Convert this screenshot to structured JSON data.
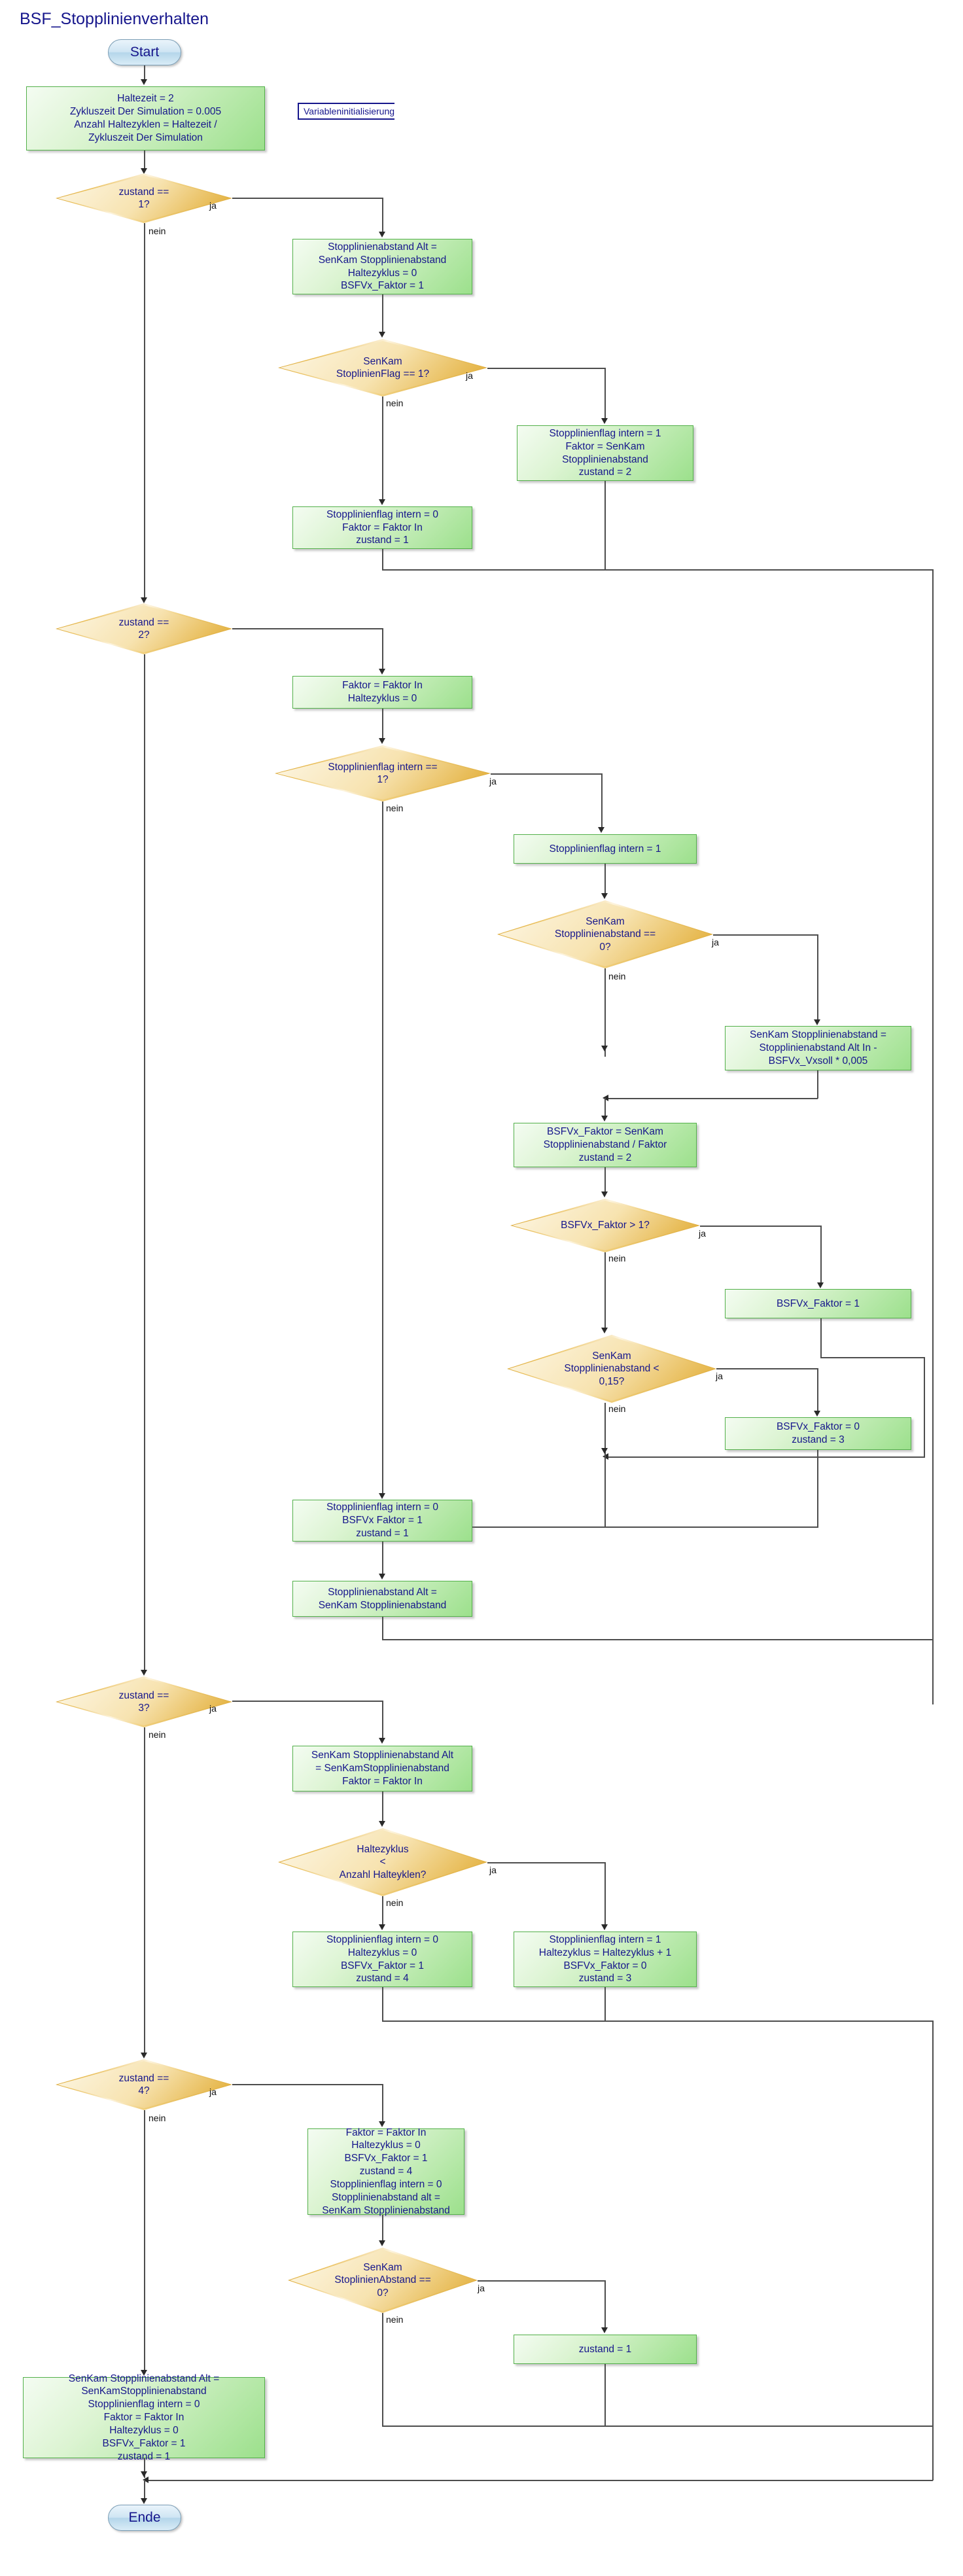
{
  "diagram": {
    "title": "BSF_Stopplinienverhalten",
    "type": "flowchart",
    "language": "de",
    "annotation": "Variableninitialisierung",
    "edge_labels": {
      "yes": "ja",
      "no": "nein"
    },
    "colors": {
      "process_fill": "#9ce08c",
      "process_border": "#53b04a",
      "decision_fill": "#e2a928",
      "decision_border": "#c98f12",
      "terminator_fill": "#b5d6ea",
      "terminator_border": "#7a9db5",
      "text": "#16168c",
      "connector": "#4d4d4d"
    }
  },
  "nodes": {
    "start": {
      "kind": "terminator",
      "label": "Start"
    },
    "init": {
      "kind": "process",
      "lines": [
        "Haltezeit = 2",
        "Zykluszeit Der Simulation = 0.005",
        "Anzahl Haltezyklen = Haltezeit /",
        "Zykluszeit Der Simulation"
      ]
    },
    "d_zustand1": {
      "kind": "decision",
      "lines": [
        "zustand ==",
        "1?"
      ]
    },
    "p_s1_init": {
      "kind": "process",
      "lines": [
        "Stopplinienabstand Alt =",
        "SenKam Stopplinienabstand",
        "Haltezyklus = 0",
        "BSFVx_Faktor = 1"
      ]
    },
    "d_senkam_flag": {
      "kind": "decision",
      "lines": [
        "SenKam",
        "StoplinienFlag == 1?"
      ]
    },
    "p_flag_set": {
      "kind": "process",
      "lines": [
        "Stopplinienflag intern = 1",
        "Faktor = SenKam",
        "Stopplinienabstand",
        "zustand = 2"
      ]
    },
    "p_flag_clear": {
      "kind": "process",
      "lines": [
        "Stopplinienflag intern = 0",
        "Faktor = Faktor In",
        "zustand = 1"
      ]
    },
    "d_zustand2": {
      "kind": "decision",
      "lines": [
        "zustand ==",
        "2?"
      ]
    },
    "p_s2_init": {
      "kind": "process",
      "lines": [
        "Faktor = Faktor In",
        "Haltezyklus = 0"
      ]
    },
    "d_flag_intern": {
      "kind": "decision",
      "lines": [
        "Stopplinienflag intern ==",
        "1?"
      ]
    },
    "p_flag_intern_1": {
      "kind": "process",
      "lines": [
        "Stopplinienflag intern = 1"
      ]
    },
    "d_abstand0": {
      "kind": "decision",
      "lines": [
        "SenKam",
        "Stopplinienabstand ==",
        "0?"
      ]
    },
    "p_abstand_calc": {
      "kind": "process",
      "lines": [
        "SenKam Stopplinienabstand =",
        "Stopplinienabstand Alt In -",
        "BSFVx_Vxsoll * 0,005"
      ]
    },
    "p_faktor_calc": {
      "kind": "process",
      "lines": [
        "BSFVx_Faktor = SenKam",
        "Stopplinienabstand / Faktor",
        "zustand = 2"
      ]
    },
    "d_faktor_gt1": {
      "kind": "decision",
      "lines": [
        "BSFVx_Faktor > 1?"
      ]
    },
    "p_faktor_1": {
      "kind": "process",
      "lines": [
        "BSFVx_Faktor = 1"
      ]
    },
    "d_abstand_lt015": {
      "kind": "decision",
      "lines": [
        "SenKam",
        "Stopplinienabstand <",
        "0,15?"
      ]
    },
    "p_faktor_0": {
      "kind": "process",
      "lines": [
        "BSFVx_Faktor = 0",
        "zustand = 3"
      ]
    },
    "p_s2_reset": {
      "kind": "process",
      "lines": [
        "Stopplinienflag intern = 0",
        "BSFVx Faktor = 1",
        "zustand = 1"
      ]
    },
    "p_abstand_alt": {
      "kind": "process",
      "lines": [
        "Stopplinienabstand Alt =",
        "SenKam Stopplinienabstand"
      ]
    },
    "d_zustand3": {
      "kind": "decision",
      "lines": [
        "zustand ==",
        "3?"
      ]
    },
    "p_s3_init": {
      "kind": "process",
      "lines": [
        "SenKam Stopplinienabstand Alt",
        "= SenKamStopplinienabstand",
        "Faktor = Faktor In"
      ]
    },
    "d_haltezyklus": {
      "kind": "decision",
      "lines": [
        "Haltezyklus",
        "<",
        "Anzahl Halteyklen?"
      ]
    },
    "p_halte_done": {
      "kind": "process",
      "lines": [
        "Stopplinienflag intern = 0",
        "Haltezyklus = 0",
        "BSFVx_Faktor = 1",
        "zustand = 4"
      ]
    },
    "p_halte_inc": {
      "kind": "process",
      "lines": [
        "Stopplinienflag intern = 1",
        "Haltezyklus = Haltezyklus + 1",
        "BSFVx_Faktor = 0",
        "zustand = 3"
      ]
    },
    "d_zustand4": {
      "kind": "decision",
      "lines": [
        "zustand ==",
        "4?"
      ]
    },
    "p_s4_init": {
      "kind": "process",
      "lines": [
        "Faktor = Faktor In",
        "Haltezyklus = 0",
        "BSFVx_Faktor = 1",
        "zustand = 4",
        "Stopplinienflag intern = 0",
        "Stopplinienabstand alt =",
        "SenKam Stopplinienabstand"
      ]
    },
    "d_stoplinien_abstand0": {
      "kind": "decision",
      "lines": [
        "SenKam",
        "StoplinienAbstand ==",
        "0?"
      ]
    },
    "p_zustand_1": {
      "kind": "process",
      "lines": [
        "zustand = 1"
      ]
    },
    "p_final_reset": {
      "kind": "process",
      "lines": [
        "SenKam Stopplinienabstand Alt =",
        "SenKamStopplinienabstand",
        "Stopplinienflag intern = 0",
        "Faktor = Faktor In",
        "Haltezyklus = 0",
        "BSFVx_Faktor = 1",
        "zustand = 1"
      ]
    },
    "end": {
      "kind": "terminator",
      "label": "Ende"
    }
  }
}
